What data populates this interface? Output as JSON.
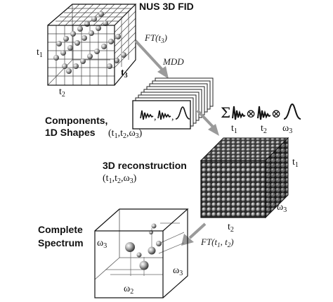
{
  "labels": {
    "nus_title": "NUS 3D FID",
    "cube1_t1": "t",
    "cube1_t1_sub": "1",
    "cube1_t2": "t",
    "cube1_t2_sub": "2",
    "cube1_t3": "t",
    "cube1_t3_sub": "3",
    "ft_t3": "FT(t",
    "ft_t3_sub": "3",
    "ft_t3_close": ")",
    "mdd": "MDD",
    "components_line1": "Components,",
    "components_line2": "1D Shapes",
    "components_args": "(t",
    "components_args_1": "1",
    "components_args_c1": ",t",
    "components_args_2": "2",
    "components_args_c2": ",ω",
    "components_args_3": "3",
    "components_args_close": ")",
    "sum_sign": "Σ",
    "otimes1": "⊗",
    "otimes2": "⊗",
    "sum_t1": "t",
    "sum_t1_sub": "1",
    "sum_t2": "t",
    "sum_t2_sub": "2",
    "sum_w3": "ω",
    "sum_w3_sub": "3",
    "recon_line1": "3D reconstruction",
    "recon_args": "(t",
    "recon_args_1": "1",
    "recon_args_c1": ",t",
    "recon_args_2": "2",
    "recon_args_c2": ",ω",
    "recon_args_3": "3",
    "recon_args_close": ")",
    "cube2_t1": "t",
    "cube2_t1_sub": "1",
    "cube2_w3": "ω",
    "cube2_w3_sub": "3",
    "cube2_t2": "t",
    "cube2_t2_sub": "2",
    "ft_t1t2": "FT(t",
    "ft_t1t2_1": "1",
    "ft_t1t2_c": ", t",
    "ft_t1t2_2": "2",
    "ft_t1t2_close": ")",
    "complete_line1": "Complete",
    "complete_line2": "Spectrum",
    "cube3_w3_left": "ω",
    "cube3_w3_left_sub": "3",
    "cube3_w3_right": "ω",
    "cube3_w3_right_sub": "3",
    "cube3_w2": "ω",
    "cube3_w2_sub": "2",
    "shape_sep1": ",",
    "shape_sep2": ","
  }
}
